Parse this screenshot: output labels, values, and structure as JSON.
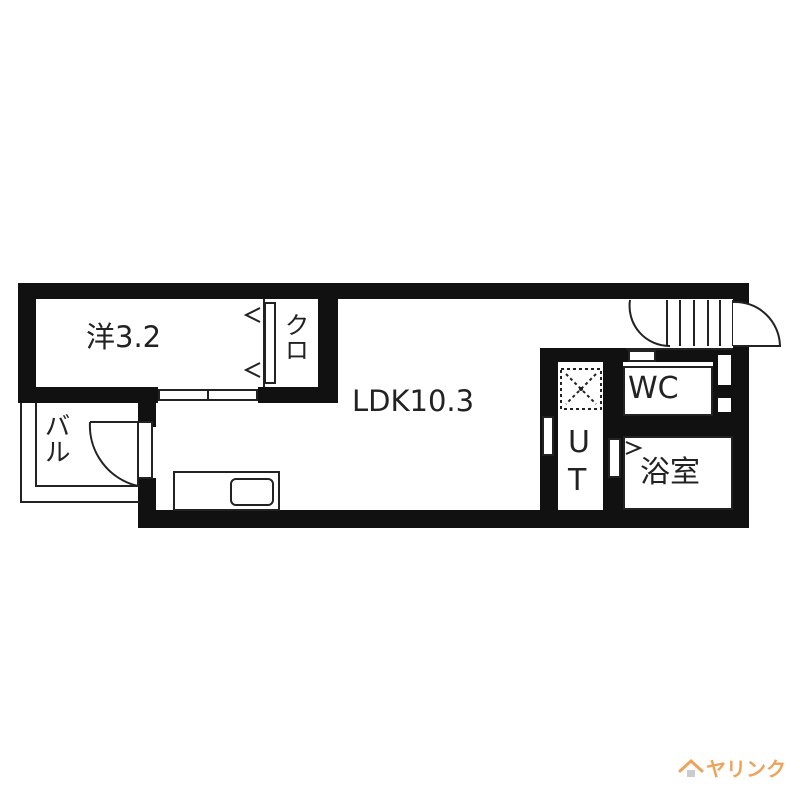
{
  "floorplan": {
    "rooms": [
      {
        "id": "western-room",
        "label": "洋3.2",
        "type": "Western-style room",
        "size_jo": 3.2
      },
      {
        "id": "closet",
        "label": "クロ",
        "type": "Closet"
      },
      {
        "id": "ldk",
        "label": "LDK10.3",
        "type": "Living/Dining/Kitchen",
        "size_jo": 10.3
      },
      {
        "id": "balcony",
        "label": "バル",
        "type": "Balcony"
      },
      {
        "id": "utility",
        "label_top": "U",
        "label_bottom": "T",
        "type": "Utility"
      },
      {
        "id": "wc",
        "label": "WC",
        "type": "Toilet"
      },
      {
        "id": "bathroom",
        "label": "浴室",
        "type": "Bathroom"
      }
    ],
    "colors": {
      "wall": "#111111",
      "line": "#222222",
      "background": "#ffffff"
    }
  },
  "brand": {
    "logo_text": "ヤリンク",
    "logo_icon": "house-icon",
    "color": "#f0a25a"
  }
}
